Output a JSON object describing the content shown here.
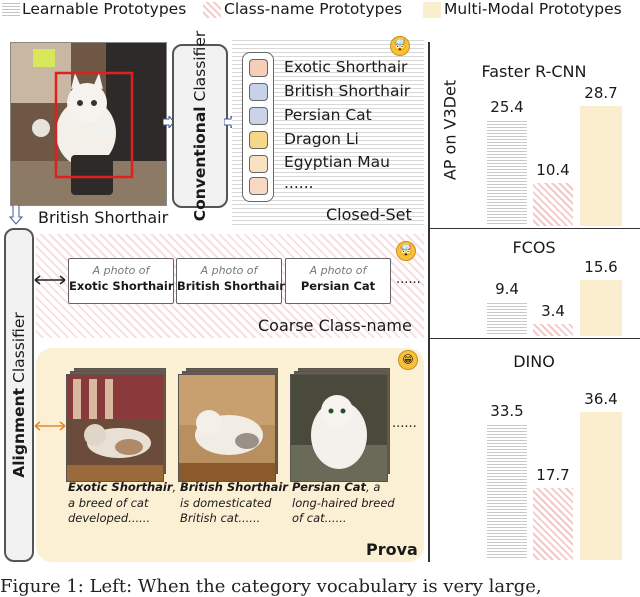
{
  "legend": [
    {
      "label": "Learnable Prototypes",
      "swatch": "learnable"
    },
    {
      "label": "Class-name Prototypes",
      "swatch": "class-name"
    },
    {
      "label": "Multi-Modal Prototypes",
      "swatch": "multi-modal"
    }
  ],
  "left": {
    "photo_label": "British Shorthair",
    "conventional": {
      "bold": "Conventional",
      "normal": " Classifier"
    },
    "closed_set": {
      "classes": [
        "Exotic Shorthair",
        "British Shorthair",
        "Persian Cat",
        "Dragon Li",
        "Egyptian Mau",
        "......"
      ],
      "chip_colors": [
        "#f6cdb6",
        "#c6d2ea",
        "#ccd3e8",
        "#f5d789",
        "#f9e2c2",
        "#f7d9c4"
      ],
      "label": "Closed-Set"
    },
    "alignment": {
      "bold": "Alignment",
      "normal": " Classifier"
    },
    "coarse": {
      "prompts": [
        {
          "prefix": "A photo of",
          "name": "Exotic Shorthair"
        },
        {
          "prefix": "A photo of",
          "name": "British Shorthair"
        },
        {
          "prefix": "A photo of",
          "name": "Persian Cat"
        }
      ],
      "ellipsis": "......",
      "label": "Coarse Class-name"
    },
    "prova": {
      "items": [
        {
          "name": "Exotic Shorthair",
          "rest": ", a breed of cat developed......"
        },
        {
          "name": "British Shorthair",
          "rest": " is domesticated British cat......"
        },
        {
          "name": "Persian Cat",
          "rest": ", a long-haired breed of cat......"
        }
      ],
      "ellipsis": "......",
      "label": "Prova"
    }
  },
  "chart_data": {
    "type": "bar",
    "ylabel": "AP on V3Det",
    "series_colors": {
      "learnable": "#c8c8c8",
      "class-name": "#f4c8c8",
      "multi-modal": "#fbeecf"
    },
    "panels": [
      {
        "title": "Faster R-CNN",
        "values": [
          25.4,
          10.4,
          28.7
        ],
        "value_labels": [
          "25.4",
          "10.4",
          "28.7"
        ]
      },
      {
        "title": "FCOS",
        "values": [
          9.4,
          3.4,
          15.6
        ],
        "value_labels": [
          "9.4",
          "3.4",
          "15.6"
        ]
      },
      {
        "title": "DINO",
        "values": [
          33.5,
          17.7,
          36.4
        ],
        "value_labels": [
          "33.5",
          "17.7",
          "36.4"
        ]
      }
    ]
  },
  "caption": "Figure 1: Left: When the category vocabulary is very large,"
}
